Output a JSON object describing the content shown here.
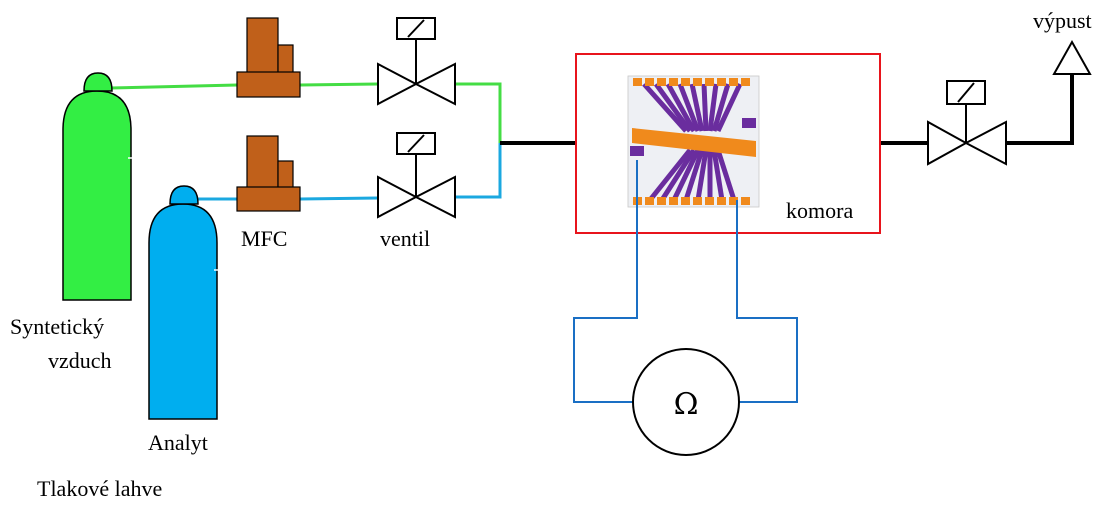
{
  "labels": {
    "synthetic_air_line1": "Syntetický",
    "synthetic_air_line2": "vzduch",
    "analyte": "Analyt",
    "cylinders": "Tlakové lahve",
    "mfc": "MFC",
    "valve": "ventil",
    "chamber": "komora",
    "exhaust": "výpust",
    "ohmmeter": "Ω"
  },
  "colors": {
    "synthetic_air_cylinder": "#33ee44",
    "analyte_cylinder": "#00aeef",
    "mfc": "#c0601a",
    "chamber_border": "#e8141c",
    "green_line": "#44dd44",
    "blue_line": "#1ba8e0",
    "wire": "#1a6fc4",
    "sensor_trace": "#6a2d9e",
    "sensor_pad": "#f08a1c"
  },
  "icons": [
    "gas-cylinder-icon",
    "mass-flow-controller-icon",
    "solenoid-valve-icon",
    "ohmmeter-icon",
    "exhaust-arrow-icon",
    "sensor-chip-icon"
  ]
}
